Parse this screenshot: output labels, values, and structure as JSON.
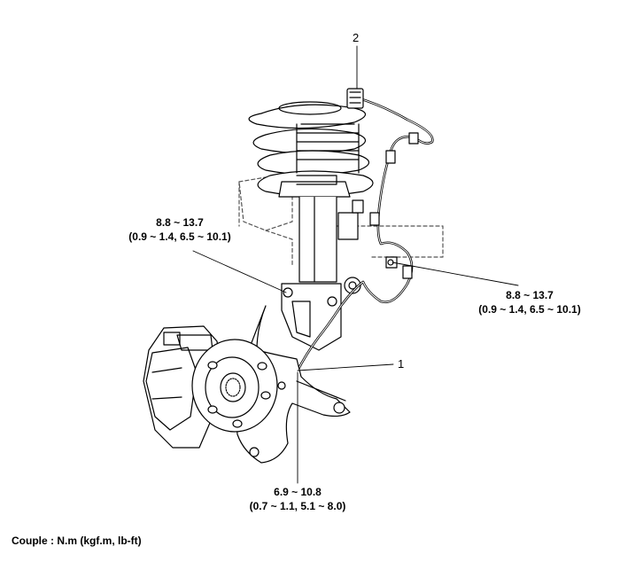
{
  "diagram": {
    "callouts": {
      "part_2": "2",
      "part_1": "1"
    },
    "torques": {
      "upper_left": {
        "value": "8.8 ~ 13.7",
        "alt": "(0.9 ~ 1.4, 6.5 ~ 10.1)"
      },
      "right": {
        "value": "8.8 ~ 13.7",
        "alt": "(0.9 ~ 1.4, 6.5 ~ 10.1)"
      },
      "bottom": {
        "value": "6.9 ~ 10.8",
        "alt": "(0.7 ~ 1.1, 5.1 ~ 8.0)"
      }
    },
    "unit_note": "Couple : N.m (kgf.m, lb-ft)"
  }
}
